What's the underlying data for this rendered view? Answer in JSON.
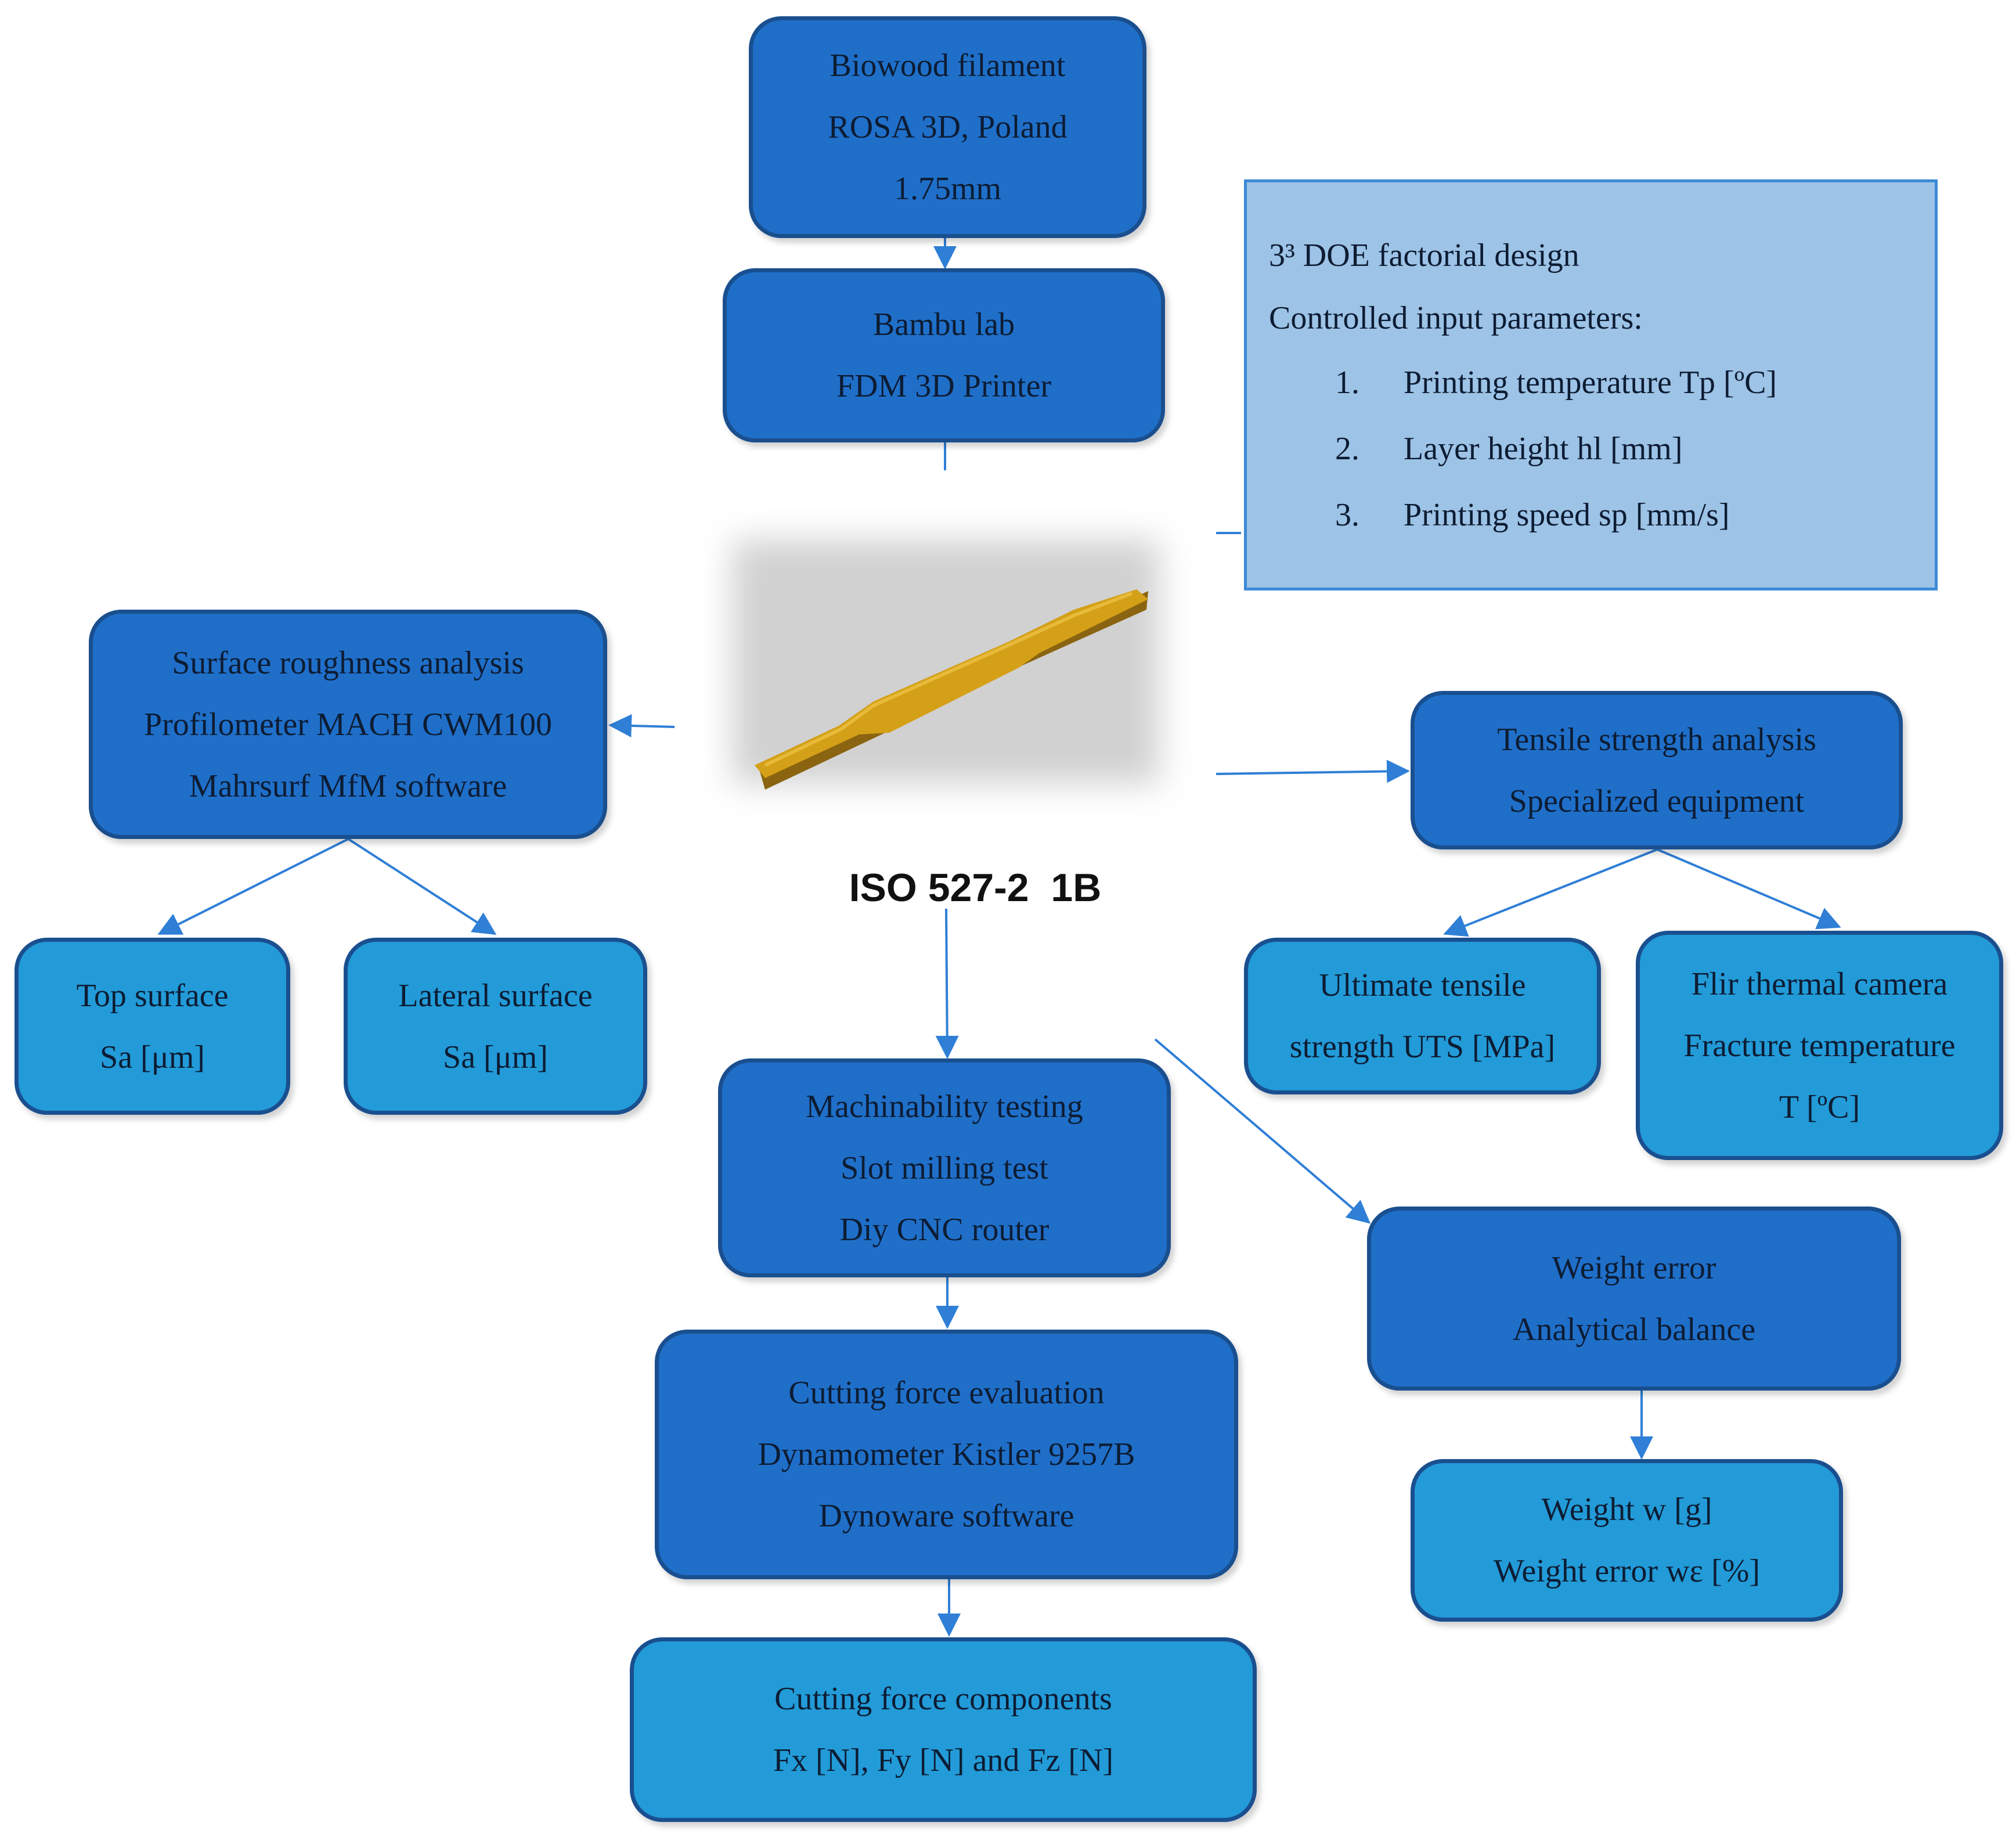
{
  "diagram": {
    "filament": {
      "line1": "Biowood filament",
      "line2": "ROSA 3D, Poland",
      "line3": "1.75mm"
    },
    "printer": {
      "line1": "Bambu lab",
      "line2": "FDM 3D Printer"
    },
    "doe": {
      "title": "3³ DOE factorial design",
      "subtitle": "Controlled input parameters:",
      "items": [
        {
          "num": "1.",
          "text": "Printing temperature Tp [ºC]"
        },
        {
          "num": "2.",
          "text": "Layer height hl [mm]"
        },
        {
          "num": "3.",
          "text": "Printing speed sp [mm/s]"
        }
      ]
    },
    "specimen": {
      "label": "ISO 527-2  1B",
      "color": "#d4a017"
    },
    "surface": {
      "line1": "Surface roughness analysis",
      "line2": "Profilometer MACH CWM100",
      "line3": "Mahrsurf MfM software"
    },
    "top_surface": {
      "line1": "Top surface",
      "line2": "Sa [μm]"
    },
    "lateral_surface": {
      "line1": "Lateral surface",
      "line2": "Sa [μm]"
    },
    "tensile": {
      "line1": "Tensile strength analysis",
      "line2": "Specialized  equipment"
    },
    "uts": {
      "line1": "Ultimate tensile",
      "line2": "strength UTS [MPa]"
    },
    "flir": {
      "line1": "Flir thermal camera",
      "line2": "Fracture temperature",
      "line3": "T [ºC]"
    },
    "machinability": {
      "line1": "Machinability  testing",
      "line2": "Slot milling test",
      "line3": "Diy CNC router"
    },
    "cutting_eval": {
      "line1": "Cutting force evaluation",
      "line2": "Dynamometer  Kistler 9257B",
      "line3": "Dynoware software"
    },
    "cutting_comp": {
      "line1": "Cutting force components",
      "line2": "Fx [N], Fy [N] and Fz [N]"
    },
    "weight_error": {
      "line1": "Weight error",
      "line2": "Analytical balance"
    },
    "weight": {
      "line1": "Weight w [g]",
      "line2": "Weight error wε [%]"
    }
  },
  "colors": {
    "dark_box": "#1f6fc9",
    "light_box": "#229bd8",
    "doe_box": "#9dc3e6",
    "arrow": "#2f7fd6"
  }
}
